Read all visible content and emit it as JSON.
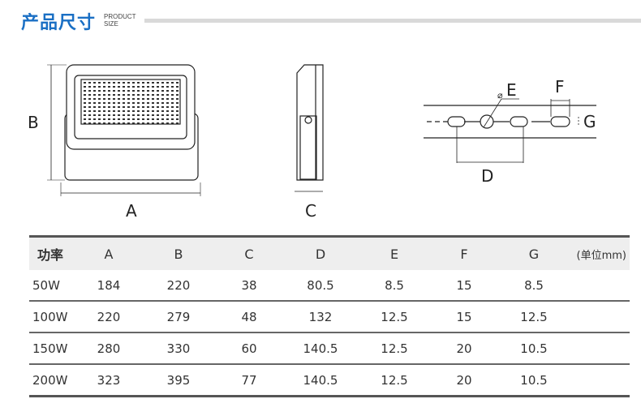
{
  "header": {
    "title_cn": "产品尺寸",
    "title_en_1": "PRODUCT",
    "title_en_2": "SIZE"
  },
  "diagram_labels": {
    "A": "A",
    "B": "B",
    "C": "C",
    "D": "D",
    "E": "E",
    "E_symbol": "⌀",
    "F": "F",
    "G": "G"
  },
  "table": {
    "headers": [
      "功率",
      "A",
      "B",
      "C",
      "D",
      "E",
      "F",
      "G"
    ],
    "unit": "(单位mm)",
    "rows": [
      [
        "50W",
        "184",
        "220",
        "38",
        "80.5",
        "8.5",
        "15",
        "8.5"
      ],
      [
        "100W",
        "220",
        "279",
        "48",
        "132",
        "12.5",
        "15",
        "12.5"
      ],
      [
        "150W",
        "280",
        "330",
        "60",
        "140.5",
        "12.5",
        "20",
        "10.5"
      ],
      [
        "200W",
        "323",
        "395",
        "77",
        "140.5",
        "12.5",
        "20",
        "10.5"
      ]
    ]
  }
}
